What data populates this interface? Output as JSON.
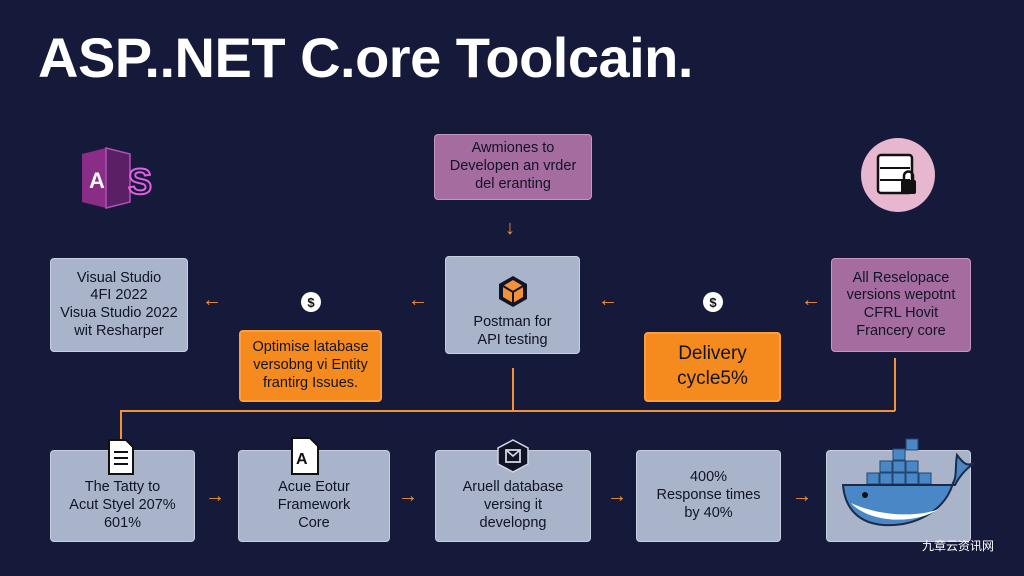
{
  "title": "ASP..NET C.ore Toolcain.",
  "colors": {
    "background": "#161a3a",
    "box_slate": "#a9b3c9",
    "box_purple": "#a56ca0",
    "box_orange": "#f58a1f",
    "connector": "#f39138"
  },
  "icons": {
    "asp_logo": "asp-net-logo-icon",
    "server": "server-lock-icon",
    "currency": "dollar-coin-icon",
    "document": "document-icon",
    "file": "file-icon",
    "package": "package-box-icon",
    "docker": "docker-whale-icon"
  },
  "nodes": {
    "top_center": "Awmiones to\nDevelopen an vrder\ndel eranting",
    "visual_studio": "Visual Studio\n4FI 2022\nVisua Studio 2022\nwit Resharper",
    "postman": "Postman for\nAPI testing",
    "release": "All Reselopace\nversions wepotnt\nCFRL Hovit\nFrancery core",
    "optimize": "Optimise latabase\nversobng vi Entity\nfrantirg Issues.",
    "delivery": "Delivery\ncycle5%",
    "tatty": "The Tatty to\nAcut Styel 207%\n601%",
    "framework": "Acue Eotur\nFramework\nCore",
    "database": "Aruell database\nversing it\ndevelopng",
    "response": "400%\nResponse times\nby 40%"
  },
  "coin_symbol": "$",
  "watermark": "九章云资讯网"
}
